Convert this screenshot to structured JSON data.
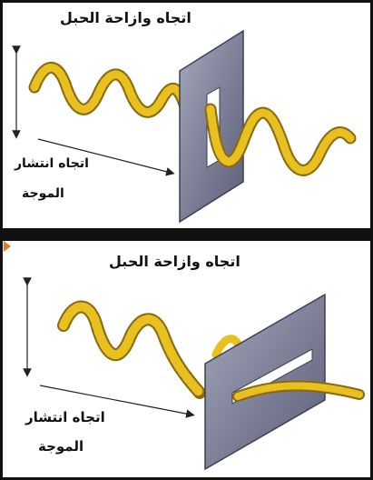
{
  "panel_top": {
    "displacement_label": "اتجاه وازاحة الحبل",
    "propagation_label_line1": "اتجاه انتشار",
    "propagation_label_line2": "الموجة"
  },
  "panel_bottom": {
    "displacement_label": "اتجاه وازاحة الحبل",
    "propagation_label_line1": "اتجاه انتشار",
    "propagation_label_line2": "الموجة"
  },
  "colors": {
    "rope": "#e8c020",
    "rope_shadow": "#8a6a10",
    "plate": "#8d8fa6",
    "plate_dark": "#5d5f78",
    "border": "#111111"
  }
}
